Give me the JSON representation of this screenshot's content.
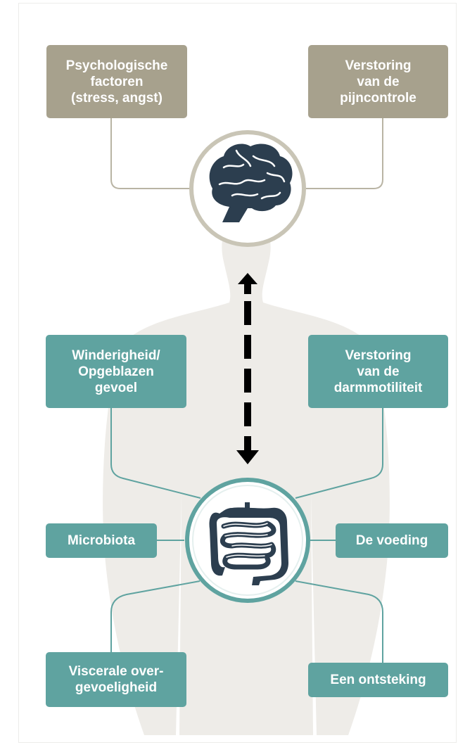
{
  "diagram": {
    "brain_factors": {
      "psychological": "Psychologische\nfactoren\n(stress, angst)",
      "pain_control": "Verstoring\nvan de\npijncontrole"
    },
    "gut_factors": {
      "bloating": "Winderigheid/\nOpgeblazen\ngevoel",
      "motility": "Verstoring\nvan de\ndarmmotiliteit",
      "microbiota": "Microbiota",
      "diet": "De voeding",
      "hypersensitivity": "Viscerale over-\ngevoeligheid",
      "inflammation": "Een ontsteking"
    },
    "icons": {
      "brain": "brain-icon",
      "intestine": "intestine-icon",
      "arrow": "bidirectional-arrow-icon"
    },
    "colors": {
      "brown_box": "#a7a18d",
      "teal_box": "#5fa3a0",
      "body_silhouette": "#eeece8",
      "icon_dark": "#2c3e4f",
      "brain_ring": "#c9c5b6",
      "gut_ring": "#5fa3a0"
    }
  }
}
